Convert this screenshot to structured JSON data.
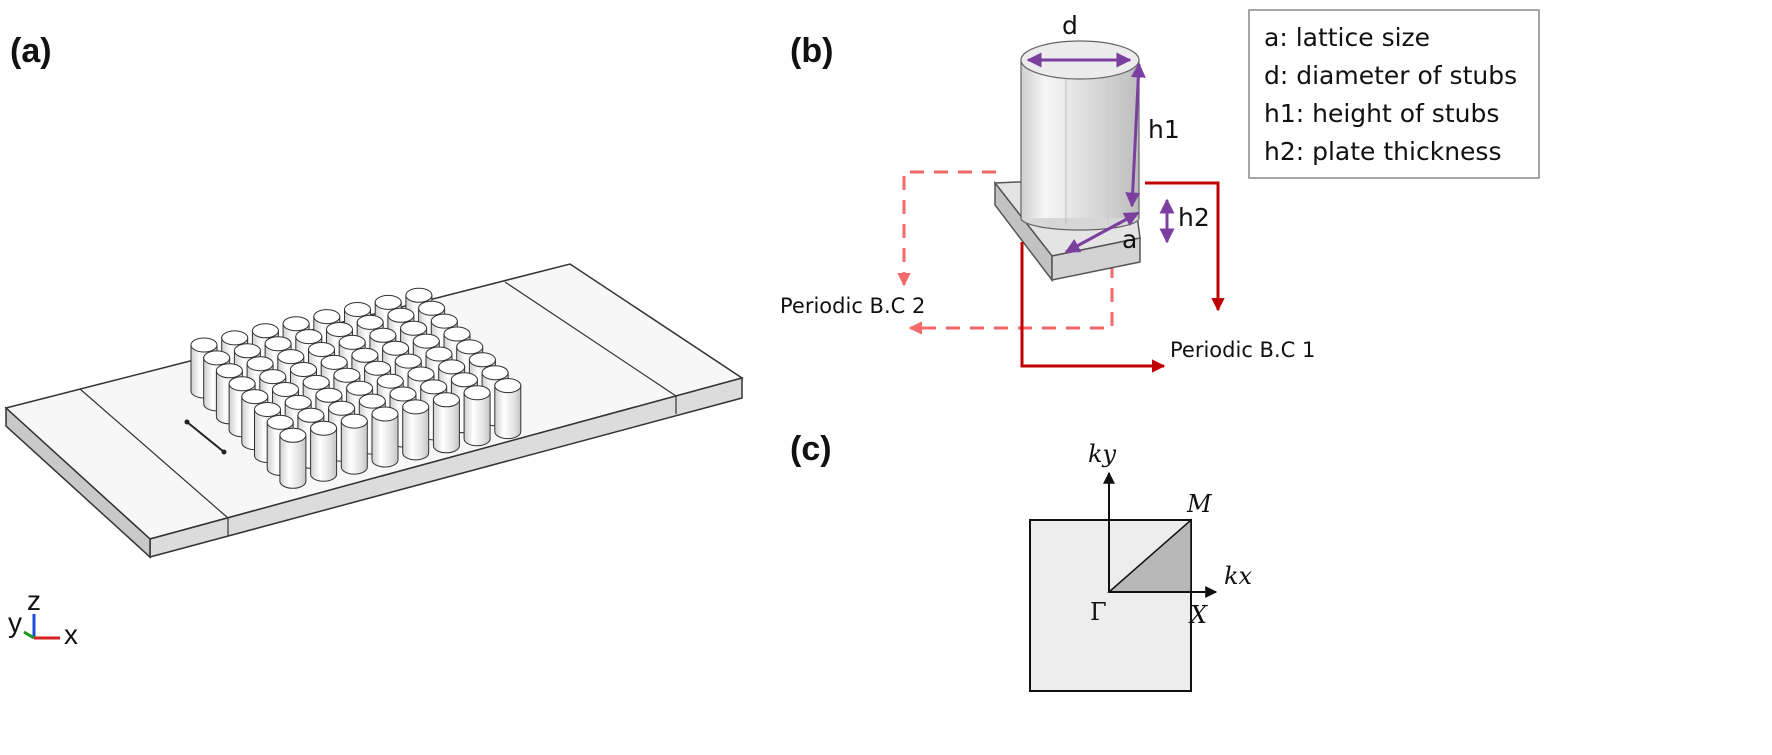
{
  "panels": {
    "a": {
      "label": "(a)",
      "triad": {
        "z": "z",
        "y": "y",
        "x": "x"
      }
    },
    "b": {
      "label": "(b)",
      "dims": {
        "d": "d",
        "h1": "h1",
        "h2": "h2",
        "a": "a"
      },
      "bc1": "Periodic B.C 1",
      "bc2": "Periodic B.C 2",
      "legend": [
        "a: lattice size",
        "d: diameter of stubs",
        "h1: height of stubs",
        "h2: plate thickness"
      ]
    },
    "c": {
      "label": "(c)",
      "ky": "ky",
      "kx": "kx",
      "points": {
        "gamma": "Γ",
        "x": "X",
        "m": "M"
      }
    }
  },
  "colors": {
    "dimension": "#7b3fa0",
    "bc_solid": "#c00000",
    "bc_dashed": "#f26a6a",
    "surface": "#efefef",
    "stroke": "#222222"
  }
}
